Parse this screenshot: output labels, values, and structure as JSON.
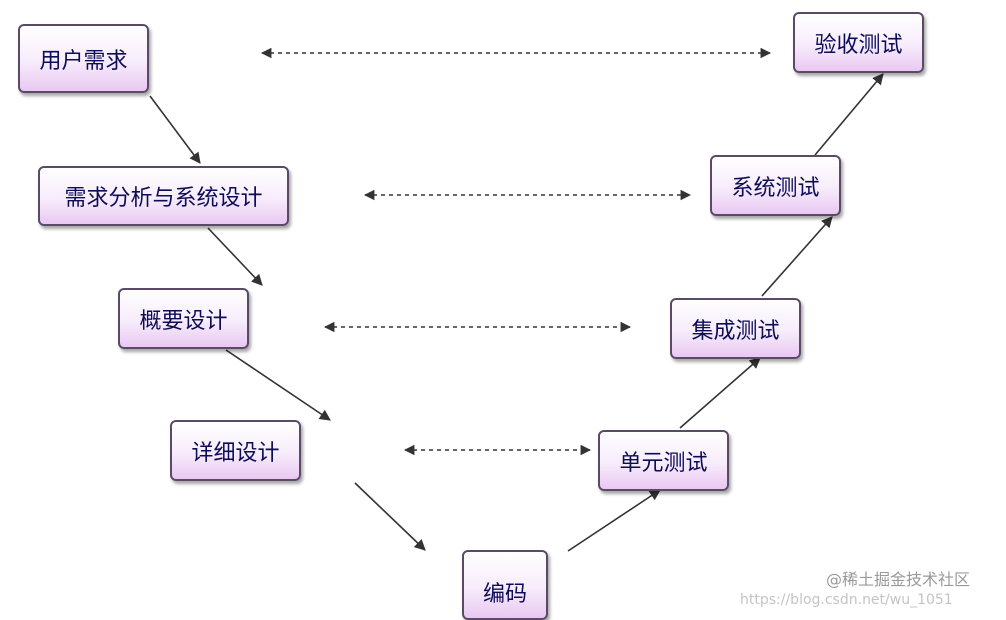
{
  "nodes": {
    "user_requirements": "用户需求",
    "requirements_analysis": "需求分析与系统设计",
    "outline_design": "概要设计",
    "detailed_design": "详细设计",
    "coding": "编码",
    "unit_test": "单元测试",
    "integration_test": "集成测试",
    "system_test": "系统测试",
    "acceptance_test": "验收测试"
  },
  "watermark": "@稀土掘金技术社区",
  "url_watermark": "https://blog.csdn.net/wu_1051",
  "colors": {
    "text": "#0c0c58",
    "border": "#5a4a68",
    "node_gradient_bottom": "#e9c8f2",
    "arrow": "#333333"
  }
}
